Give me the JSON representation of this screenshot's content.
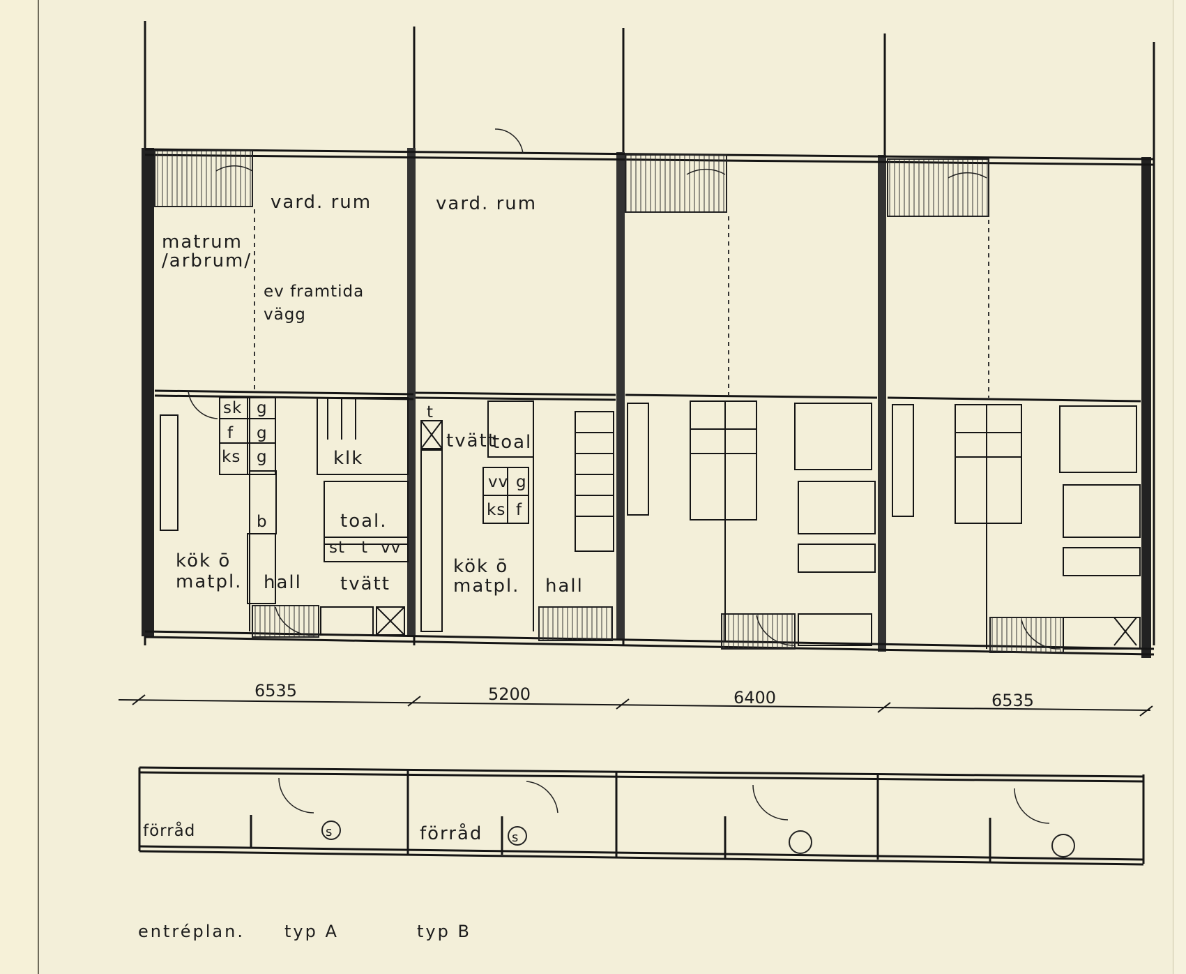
{
  "rooms": {
    "vard_rum_a": "vard. rum",
    "vard_rum_b": "vard. rum",
    "matrum_1": "matrum",
    "matrum_2": "/arbrum/",
    "ev_1": "ev framtida",
    "ev_2": "vägg",
    "kok_a_1": "kök ō",
    "kok_a_2": "matpl.",
    "hall_a": "hall",
    "tvatt_a": "tvätt",
    "klk": "klk",
    "toal_a": "toal.",
    "sk": "sk",
    "f1": "f",
    "ks1": "ks",
    "g1": "g",
    "g2": "g",
    "g3": "g",
    "b": "b",
    "st": "st",
    "t1": "t",
    "vv1": "vv",
    "t2": "t",
    "tvatt_b": "tvätt",
    "toal_b": "toal",
    "vv2": "vv",
    "g4": "g",
    "ks2": "ks",
    "f2": "f",
    "kok_b_1": "kök ō",
    "kok_b_2": "matpl.",
    "hall_b": "hall",
    "forrad_a": "förråd",
    "forrad_b": "förråd",
    "s1": "s",
    "s2": "s"
  },
  "dimensions": [
    "6535",
    "5200",
    "6400",
    "6535"
  ],
  "caption": {
    "plan": "entréplan.",
    "typ_a": "typ A",
    "typ_b": "typ B"
  }
}
